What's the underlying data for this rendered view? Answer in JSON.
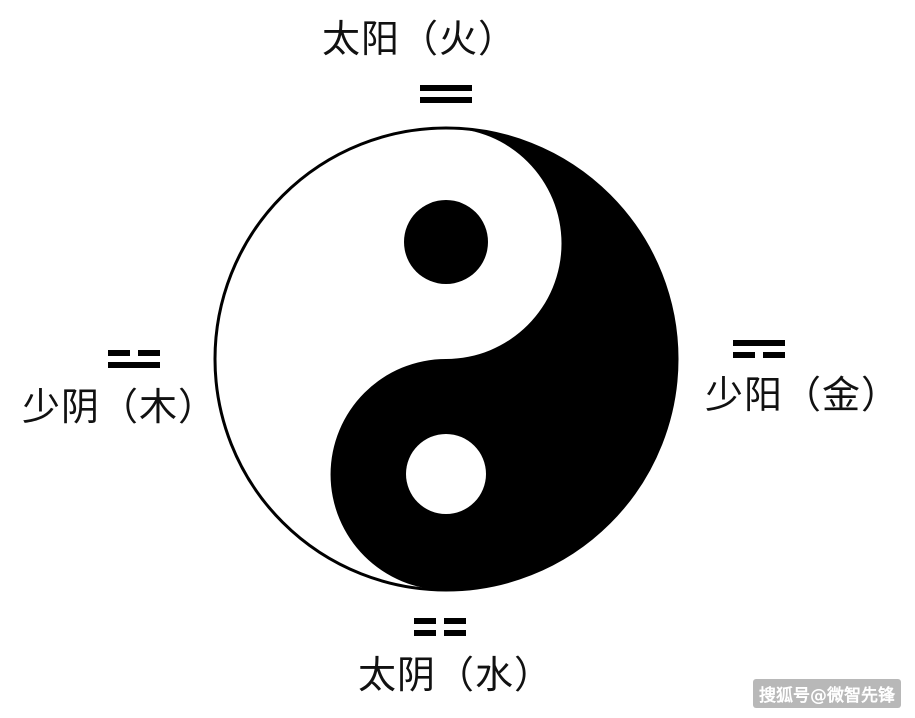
{
  "labels": {
    "top": "太阳（火）",
    "left": "少阴（木）",
    "right": "少阳（金）",
    "bottom": "太阴（水）"
  },
  "watermark": "搜狐号@微智先锋",
  "colors": {
    "yin": "#000000",
    "yang": "#ffffff",
    "outline": "#000000"
  }
}
